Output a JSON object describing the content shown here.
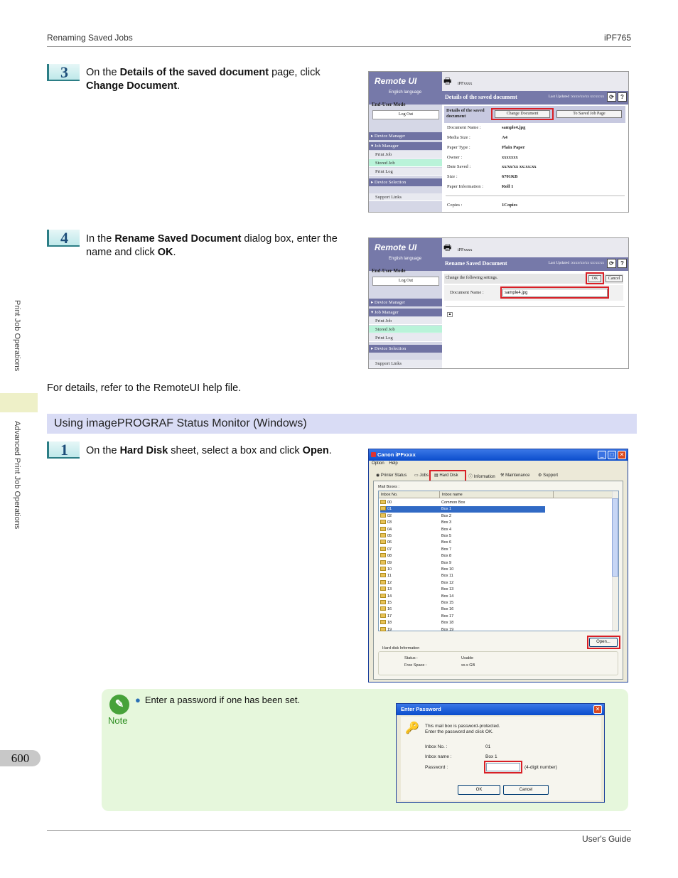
{
  "header": {
    "left": "Renaming Saved Jobs",
    "right": "iPF765"
  },
  "footer": {
    "right": "User's Guide"
  },
  "side": {
    "tab1": "Print Job Operations",
    "tab2": "Advanced Print Job Operations",
    "page_number": "600"
  },
  "step3": {
    "number": "3",
    "pre": "On the ",
    "bold1": "Details of the saved document",
    "mid": " page, click ",
    "bold2": "Change Document",
    "post": "."
  },
  "step4": {
    "number": "4",
    "pre": "In the ",
    "bold1": "Rename Saved Document",
    "mid": " dialog box, enter the name and click ",
    "bold2": "OK",
    "post": "."
  },
  "details_text": "For details, refer to the RemoteUI help file.",
  "section_title": "Using imagePROGRAF Status Monitor (Windows)",
  "step1": {
    "number": "1",
    "pre": "On the ",
    "bold1": "Hard Disk",
    "mid": " sheet, select a box and click ",
    "bold2": "Open",
    "post": "."
  },
  "remote_ui": {
    "logo": "Remote UI",
    "language": "English language",
    "mode": "End-User Mode",
    "logout": "Log Out",
    "printer": "iPFxxxx",
    "updated": "Last Updated :xxxx/xx/xx xx:xx:xx",
    "refresh_icon": "refresh-icon",
    "help_icon": "help-icon",
    "menu": {
      "device_manager": "Device Manager",
      "job_manager": "Job Manager",
      "print_job": "Print Job",
      "stored_job": "Stored Job",
      "print_log": "Print Log",
      "device_selection": "Device Selection",
      "support_links": "Support Links"
    }
  },
  "screen1": {
    "title": "Details of the saved document",
    "panel_label": "Details of the saved document",
    "change_button": "Change Document",
    "to_saved_button": "To Saved Job Page",
    "rows": [
      {
        "label": "Document Name :",
        "value": "sample4.jpg"
      },
      {
        "label": "Media Size :",
        "value": "A4"
      },
      {
        "label": "Paper Type :",
        "value": "Plain Paper"
      },
      {
        "label": "Owner :",
        "value": "xxxxxxx"
      },
      {
        "label": "Date Saved :",
        "value": "xx/xx/xx xx:xx:xx"
      },
      {
        "label": "Size :",
        "value": "6701KB"
      },
      {
        "label": "Paper Information :",
        "value": "Roll 1"
      }
    ],
    "copies": {
      "label": "Copies :",
      "value": "1Copies"
    }
  },
  "screen2": {
    "title": "Rename Saved Document",
    "instruction": "Change the following settings.",
    "ok": "OK",
    "cancel": "Cancel",
    "field_label": "Document Name :",
    "field_value": "sample4.jpg"
  },
  "monitor": {
    "title": "Canon iPFxxxx",
    "menu": [
      "Option",
      "Help"
    ],
    "tabs": [
      "Printer Status",
      "Jobs",
      "Hard Disk",
      "Information",
      "Maintenance",
      "Support"
    ],
    "mailboxes_label": "Mail Boxes :",
    "col_no": "Inbox No.",
    "col_name": "Inbox name",
    "boxes": [
      {
        "no": "00",
        "name": "Common Box"
      },
      {
        "no": "01",
        "name": "Box 1"
      },
      {
        "no": "02",
        "name": "Box 2"
      },
      {
        "no": "03",
        "name": "Box 3"
      },
      {
        "no": "04",
        "name": "Box 4"
      },
      {
        "no": "05",
        "name": "Box 5"
      },
      {
        "no": "06",
        "name": "Box 6"
      },
      {
        "no": "07",
        "name": "Box 7"
      },
      {
        "no": "08",
        "name": "Box 8"
      },
      {
        "no": "09",
        "name": "Box 9"
      },
      {
        "no": "10",
        "name": "Box 10"
      },
      {
        "no": "11",
        "name": "Box 11"
      },
      {
        "no": "12",
        "name": "Box 12"
      },
      {
        "no": "13",
        "name": "Box 13"
      },
      {
        "no": "14",
        "name": "Box 14"
      },
      {
        "no": "15",
        "name": "Box 15"
      },
      {
        "no": "16",
        "name": "Box 16"
      },
      {
        "no": "17",
        "name": "Box 17"
      },
      {
        "no": "18",
        "name": "Box 18"
      },
      {
        "no": "19",
        "name": "Box 19"
      }
    ],
    "selected_index": 1,
    "open_button": "Open...",
    "hd_info_label": "Hard disk Information",
    "status_label": "Status :",
    "status_value": "Usable",
    "free_label": "Free Space :",
    "free_value": "xx.x GB"
  },
  "note": {
    "label": "Note",
    "bullet": "Enter a password if one has been set."
  },
  "password_dialog": {
    "title": "Enter Password",
    "message1": "This mail box is password-protected.",
    "message2": "Enter the password and click OK.",
    "inbox_no_label": "Inbox No. :",
    "inbox_no_value": "01",
    "inbox_name_label": "Inbox name :",
    "inbox_name_value": "Box 1",
    "password_label": "Password :",
    "password_hint": "(4-digit number)",
    "ok": "OK",
    "cancel": "Cancel"
  }
}
